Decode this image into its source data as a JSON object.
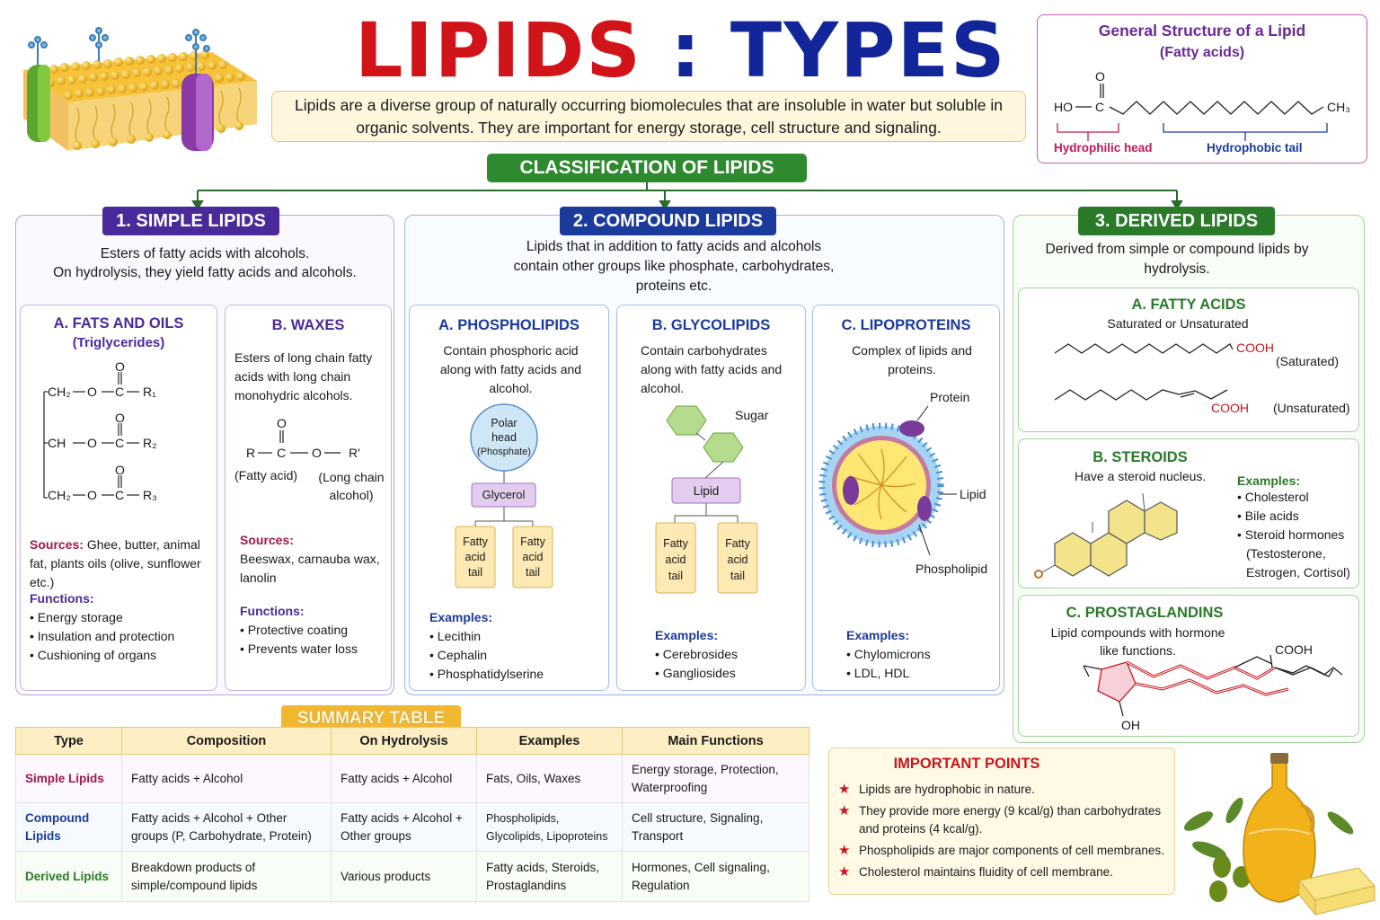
{
  "title": {
    "part1": "LIPIDS",
    "colon": " : ",
    "part2": "TYPES"
  },
  "intro": "Lipids are a diverse group of naturally occurring biomolecules that are insoluble in water but soluble in organic solvents. They are important for energy storage, cell structure and signaling.",
  "general_structure": {
    "title": "General Structure of a Lipid",
    "subtitle": "(Fatty acids)",
    "o": "O",
    "ho": "HO",
    "c": "C",
    "ch3": "CH₃",
    "head_label": "Hydrophilic head",
    "tail_label": "Hydrophobic tail"
  },
  "classification": "CLASSIFICATION OF LIPIDS",
  "simple": {
    "header": "1. SIMPLE LIPIDS",
    "desc1": "Esters of fatty acids with alcohols.",
    "desc2": "On hydrolysis, they yield fatty acids and alcohols.",
    "fats": {
      "title": "A. FATS AND OILS",
      "subtitle": "(Triglycerides)",
      "rows": [
        {
          "left": "CH₂",
          "r": "R₁"
        },
        {
          "left": "CH",
          "r": "R₂"
        },
        {
          "left": "CH₂",
          "r": "R₃"
        }
      ],
      "o": "O",
      "c": "C",
      "sources_label": "Sources:",
      "sources": "Ghee, butter, animal fat, plants oils (olive, sunflower etc.)",
      "functions_label": "Functions:",
      "functions": [
        "Energy storage",
        "Insulation and protection",
        "Cushioning of organs"
      ]
    },
    "waxes": {
      "title": "B. WAXES",
      "desc": "Esters of long chain fatty acids with long chain monohydric alcohols.",
      "formula": {
        "r": "R",
        "c": "C",
        "o": "O",
        "r2": "R'",
        "top": "O"
      },
      "label_left": "(Fatty acid)",
      "label_right": "(Long chain alcohol)",
      "sources_label": "Sources:",
      "sources": "Beeswax, carnauba wax, lanolin",
      "functions_label": "Functions:",
      "functions": [
        "Protective coating",
        "Prevents water loss"
      ]
    }
  },
  "compound": {
    "header": "2. COMPOUND LIPIDS",
    "desc": "Lipids that in addition to fatty acids and alcohols contain other groups like phosphate, carbohydrates, proteins etc.",
    "phospholipids": {
      "title": "A. PHOSPHOLIPIDS",
      "desc": "Contain phosphoric acid along with fatty acids and alcohol.",
      "head": [
        "Polar",
        "head",
        "(Phosphate)"
      ],
      "glycerol": "Glycerol",
      "tail": [
        "Fatty",
        "acid",
        "tail"
      ],
      "examples_label": "Examples:",
      "examples": [
        "Lecithin",
        "Cephalin",
        "Phosphatidylserine"
      ]
    },
    "glycolipids": {
      "title": "B. GLYCOLIPIDS",
      "desc": "Contain carbohydrates along with fatty acids and alcohol.",
      "sugar": "Sugar",
      "lipid": "Lipid",
      "tail": [
        "Fatty",
        "acid",
        "tail"
      ],
      "examples_label": "Examples:",
      "examples": [
        "Cerebrosides",
        "Gangliosides"
      ]
    },
    "lipoproteins": {
      "title": "C. LIPOPROTEINS",
      "desc": "Complex of lipids and proteins.",
      "protein": "Protein",
      "lipid": "Lipid",
      "phospholipid": "Phospholipid",
      "examples_label": "Examples:",
      "examples": [
        "Chylomicrons",
        "LDL, HDL"
      ]
    }
  },
  "derived": {
    "header": "3. DERIVED LIPIDS",
    "desc": "Derived from simple or compound lipids by hydrolysis.",
    "fatty_acids": {
      "title": "A. FATTY ACIDS",
      "subtitle": "Saturated or Unsaturated",
      "cooh": "COOH",
      "saturated": "(Saturated)",
      "unsaturated": "(Unsaturated)"
    },
    "steroids": {
      "title": "B. STEROIDS",
      "desc": "Have a steroid nucleus.",
      "examples_label": "Examples:",
      "examples": [
        "Cholesterol",
        "Bile acids",
        "Steroid hormones"
      ],
      "examples_note": "(Testosterone, Estrogen, Cortisol)"
    },
    "prostaglandins": {
      "title": "C. PROSTAGLANDINS",
      "desc": "Lipid compounds with hormone like functions.",
      "cooh": "COOH",
      "oh": "OH"
    }
  },
  "summary": {
    "title": "SUMMARY TABLE",
    "headers": [
      "Type",
      "Composition",
      "On Hydrolysis",
      "Examples",
      "Main Functions"
    ],
    "rows": [
      {
        "type": "Simple Lipids",
        "composition": "Fatty acids + Alcohol",
        "hydrolysis": "Fatty acids + Alcohol",
        "examples": "Fats, Oils, Waxes",
        "functions": "Energy storage, Protection, Waterproofing"
      },
      {
        "type": "Compound Lipids",
        "composition": "Fatty acids + Alcohol + Other groups (P, Carbohydrate, Protein)",
        "hydrolysis": "Fatty acids + Alcohol + Other groups",
        "examples": "Phospholipids, Glycolipids, Lipoproteins",
        "functions": "Cell structure, Signaling, Transport"
      },
      {
        "type": "Derived Lipids",
        "composition": "Breakdown products of simple/compound lipids",
        "hydrolysis": "Various products",
        "examples": "Fatty acids, Steroids, Prostaglandins",
        "functions": "Hormones, Cell signaling, Regulation"
      }
    ]
  },
  "important": {
    "title": "IMPORTANT POINTS",
    "points": [
      "Lipids are hydrophobic in nature.",
      "They provide more energy (9 kcal/g) than carbohydrates and proteins (4 kcal/g).",
      "Phospholipids are major components of cell membranes.",
      "Cholesterol maintains fluidity of cell membrane."
    ]
  },
  "colors": {
    "simple": "#4a2a9a",
    "compound": "#1a3a9c",
    "derived": "#2a7a2a",
    "title_red": "#d01419",
    "title_blue": "#12269a"
  }
}
